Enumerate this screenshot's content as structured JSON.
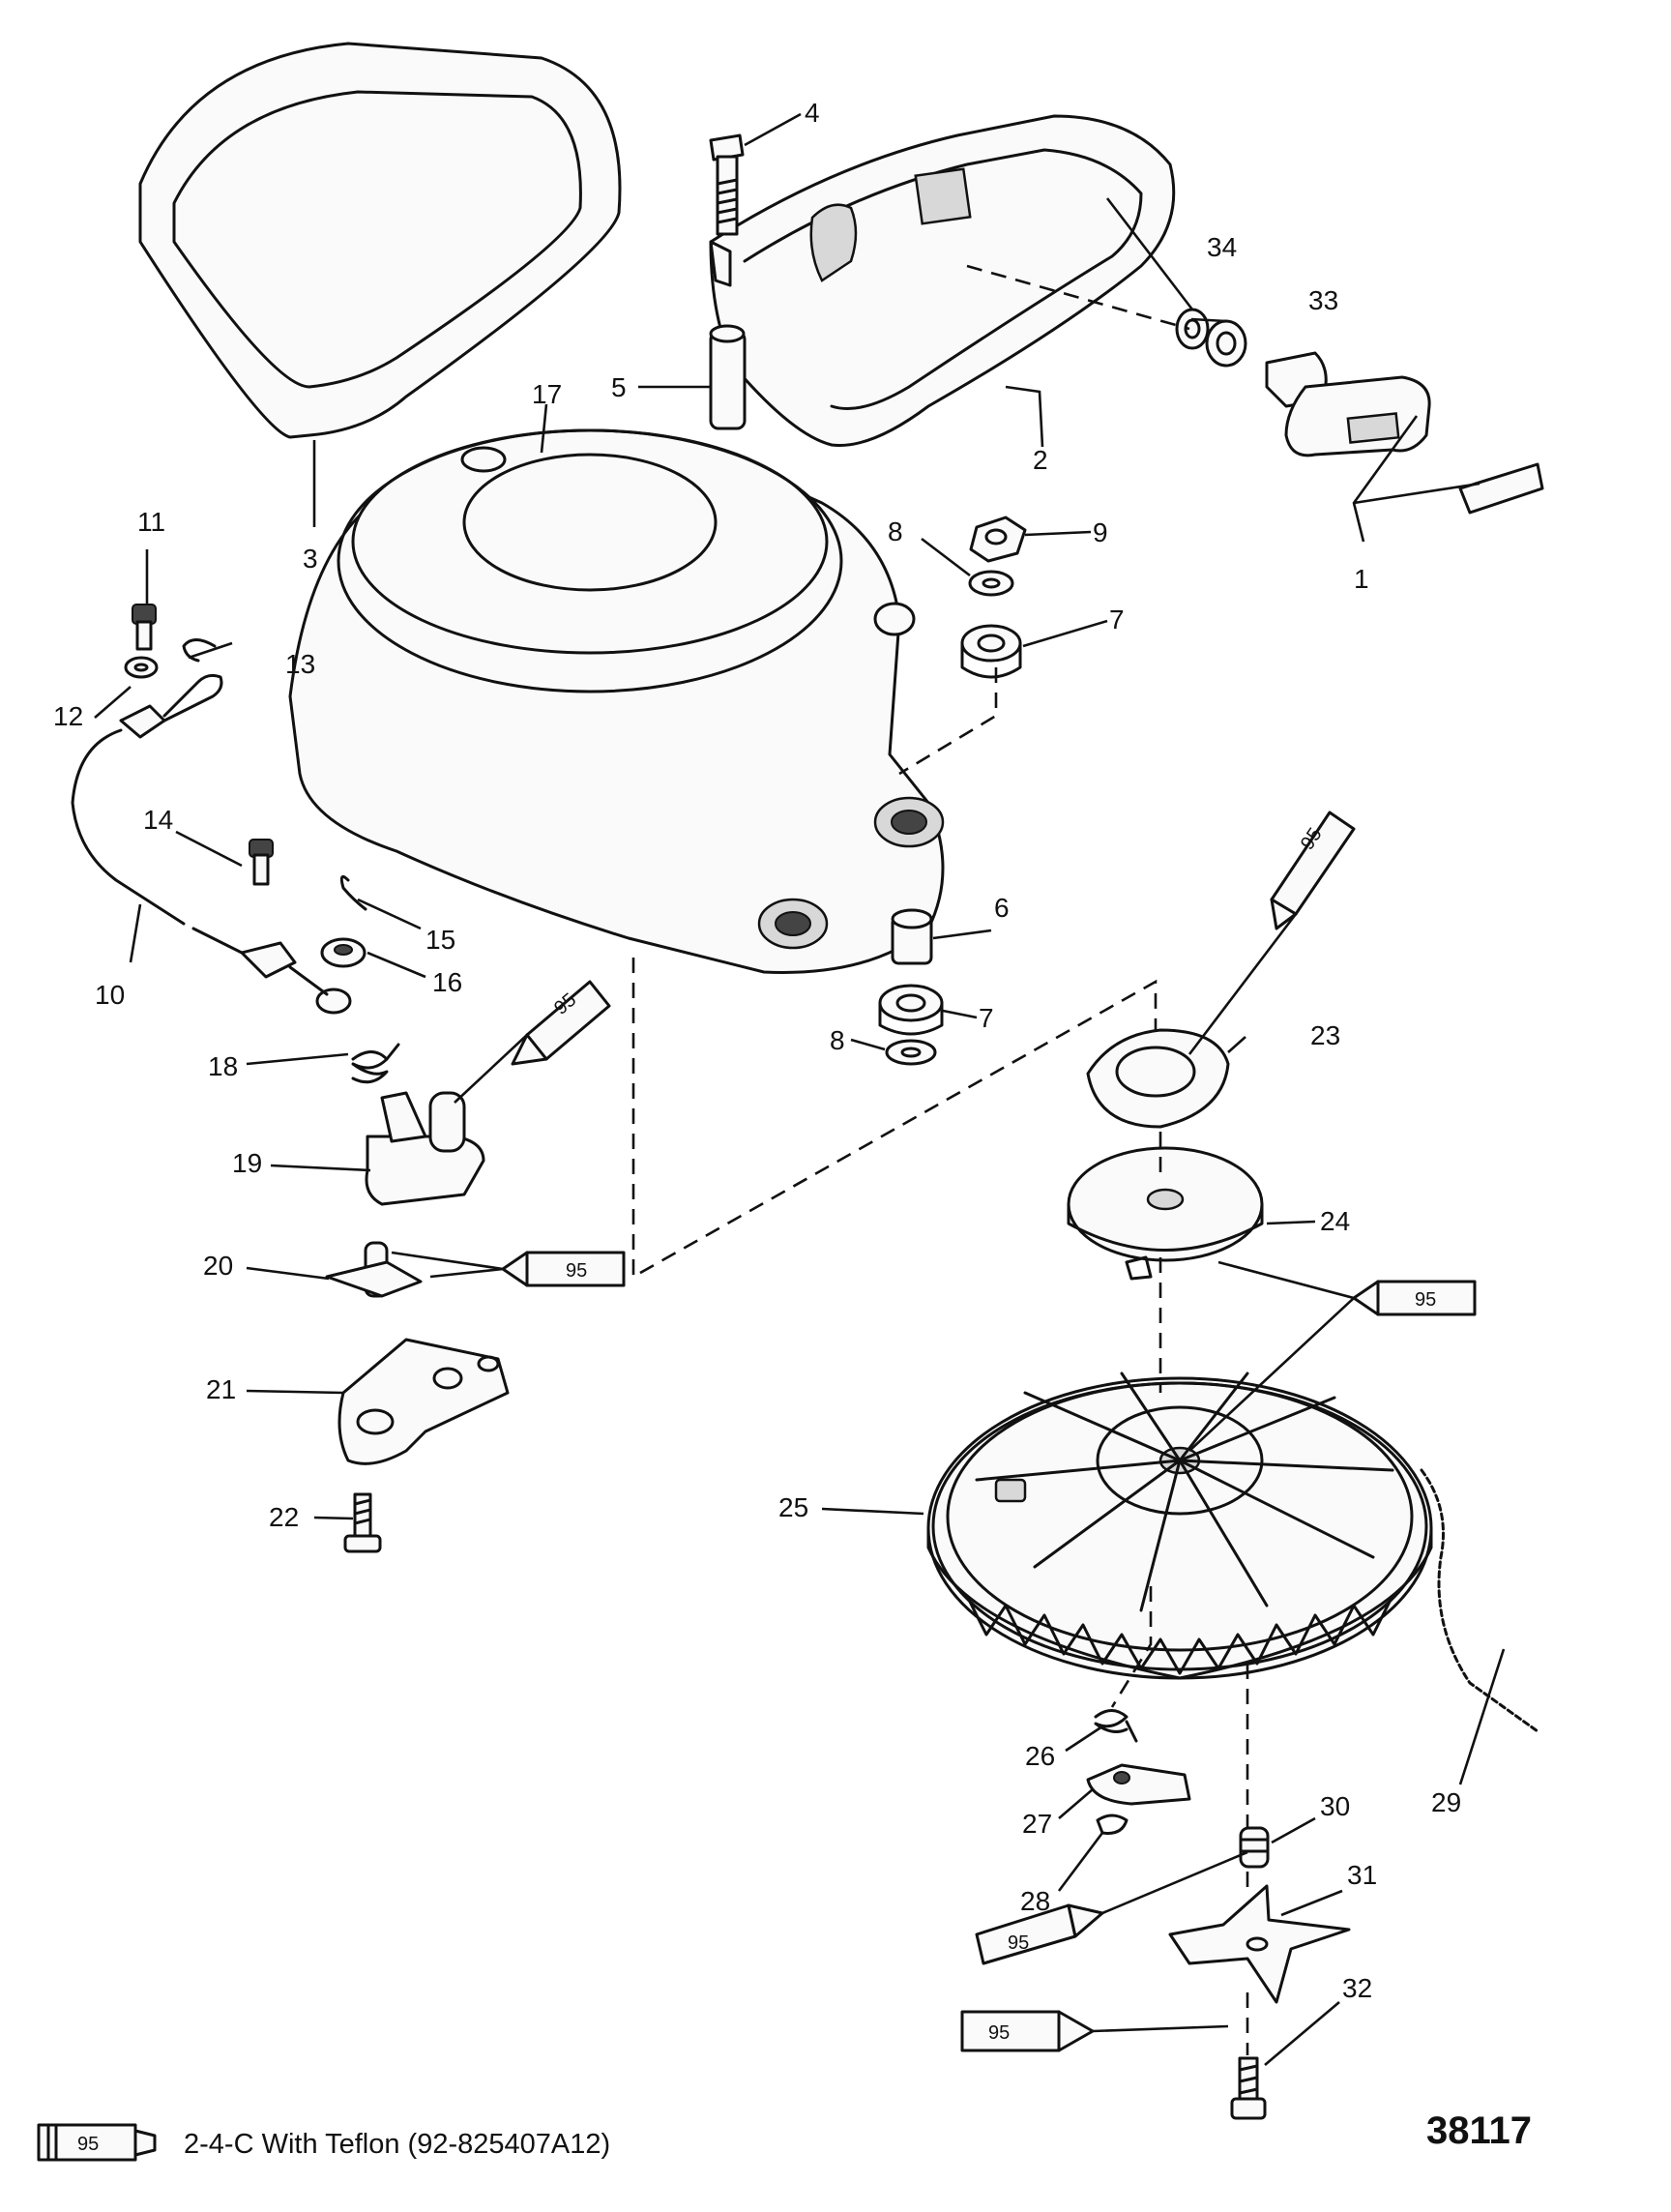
{
  "callouts": [
    {
      "id": "1",
      "text": "1"
    },
    {
      "id": "2",
      "text": "2"
    },
    {
      "id": "3",
      "text": "3"
    },
    {
      "id": "4",
      "text": "4"
    },
    {
      "id": "5",
      "text": "5"
    },
    {
      "id": "6",
      "text": "6"
    },
    {
      "id": "7a",
      "text": "7"
    },
    {
      "id": "7b",
      "text": "7"
    },
    {
      "id": "8a",
      "text": "8"
    },
    {
      "id": "8b",
      "text": "8"
    },
    {
      "id": "9",
      "text": "9"
    },
    {
      "id": "10",
      "text": "10"
    },
    {
      "id": "11",
      "text": "11"
    },
    {
      "id": "12",
      "text": "12"
    },
    {
      "id": "13",
      "text": "13"
    },
    {
      "id": "14",
      "text": "14"
    },
    {
      "id": "15",
      "text": "15"
    },
    {
      "id": "16",
      "text": "16"
    },
    {
      "id": "17",
      "text": "17"
    },
    {
      "id": "18",
      "text": "18"
    },
    {
      "id": "19",
      "text": "19"
    },
    {
      "id": "20",
      "text": "20"
    },
    {
      "id": "21",
      "text": "21"
    },
    {
      "id": "22",
      "text": "22"
    },
    {
      "id": "23",
      "text": "23"
    },
    {
      "id": "24",
      "text": "24"
    },
    {
      "id": "25",
      "text": "25"
    },
    {
      "id": "26",
      "text": "26"
    },
    {
      "id": "27",
      "text": "27"
    },
    {
      "id": "28",
      "text": "28"
    },
    {
      "id": "29",
      "text": "29"
    },
    {
      "id": "30",
      "text": "30"
    },
    {
      "id": "31",
      "text": "31"
    },
    {
      "id": "32",
      "text": "32"
    },
    {
      "id": "33",
      "text": "33"
    },
    {
      "id": "34",
      "text": "34"
    }
  ],
  "lubricant_tube_label": "95",
  "legend": {
    "tube_label": "95",
    "text": "2-4-C  With Teflon (92-825407A12)"
  },
  "figure_number": "38117"
}
